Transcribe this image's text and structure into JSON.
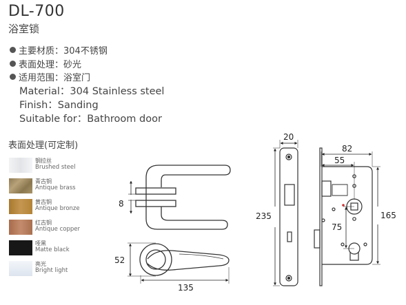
{
  "title": {
    "model": "DL-700",
    "name_cn": "浴室锁"
  },
  "specs_cn": [
    "主要材质：304不锈钢",
    "表面处理：砂光",
    "适用范围：浴室门"
  ],
  "specs_en": [
    "Material：304 Stainless steel",
    "Finish：Sanding",
    "Suitable for：Bathroom door"
  ],
  "finishes_heading": "表面处理(可定制)",
  "finishes": [
    {
      "cn": "钢拉丝",
      "en": "Brushed steel",
      "color": "#e9eaec"
    },
    {
      "cn": "青古铜",
      "en": "Antique brass",
      "color": "#a89468"
    },
    {
      "cn": "黄古铜",
      "en": "Antique bronze",
      "color": "#b88a3e"
    },
    {
      "cn": "红古铜",
      "en": "Antique copper",
      "color": "#b77c5c"
    },
    {
      "cn": "哑黑",
      "en": "Matte black",
      "color": "#1a1a1a"
    },
    {
      "cn": "亮光",
      "en": "Bright light",
      "color": "#e4eaf2"
    }
  ],
  "dimensions": {
    "rose_spacer": "8",
    "rose_diameter": "52",
    "handle_length": "135",
    "faceplate_width": "20",
    "faceplate_height": "235",
    "case_width": "82",
    "backset": "55",
    "centre_distance": "75",
    "case_height": "165"
  }
}
